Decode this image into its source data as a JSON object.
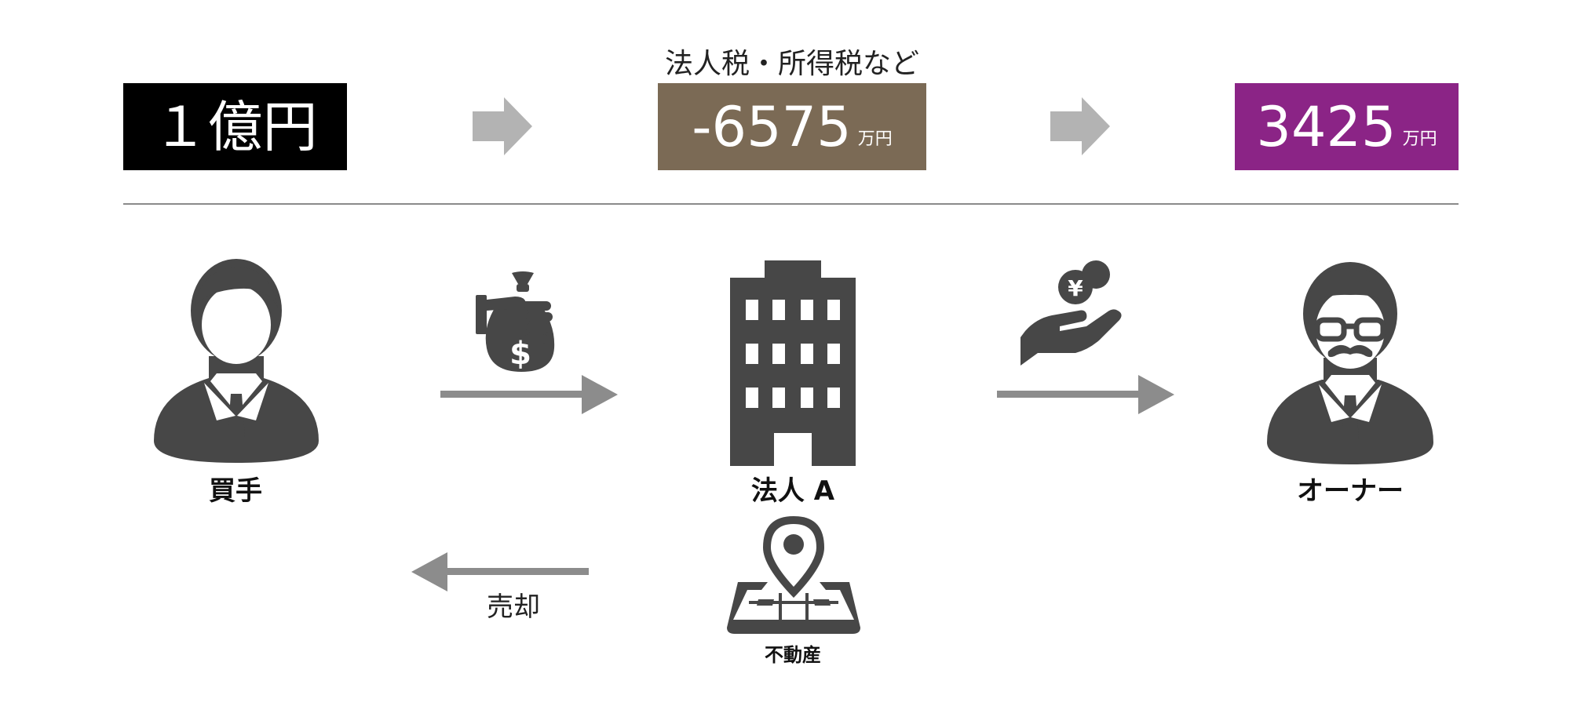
{
  "top": {
    "left_box": {
      "text": "１億円",
      "bg": "#000000"
    },
    "middle_caption": "法人税・所得税など",
    "middle_box": {
      "value": "-6575",
      "unit": "万円",
      "bg": "#7b6a55"
    },
    "right_box": {
      "value": "3425",
      "unit": "万円",
      "bg": "#8b2486"
    }
  },
  "colors": {
    "arrow_light": "#b3b3b3",
    "arrow_dark": "#8c8c8c",
    "icon": "#474747",
    "divider": "#8a8a8a"
  },
  "actors": {
    "buyer": {
      "label": "買手",
      "icon": "businessman-icon"
    },
    "corp": {
      "label": "法人 A",
      "icon": "office-building-icon"
    },
    "owner": {
      "label": "オーナー",
      "icon": "businessman-glasses-mustache-icon"
    }
  },
  "flows": {
    "payment_icon": "money-bag-dollar-icon",
    "distribution_icon": "hand-coin-yen-icon",
    "sale_label": "売却"
  },
  "property": {
    "label": "不動産",
    "icon": "map-pin-icon"
  }
}
